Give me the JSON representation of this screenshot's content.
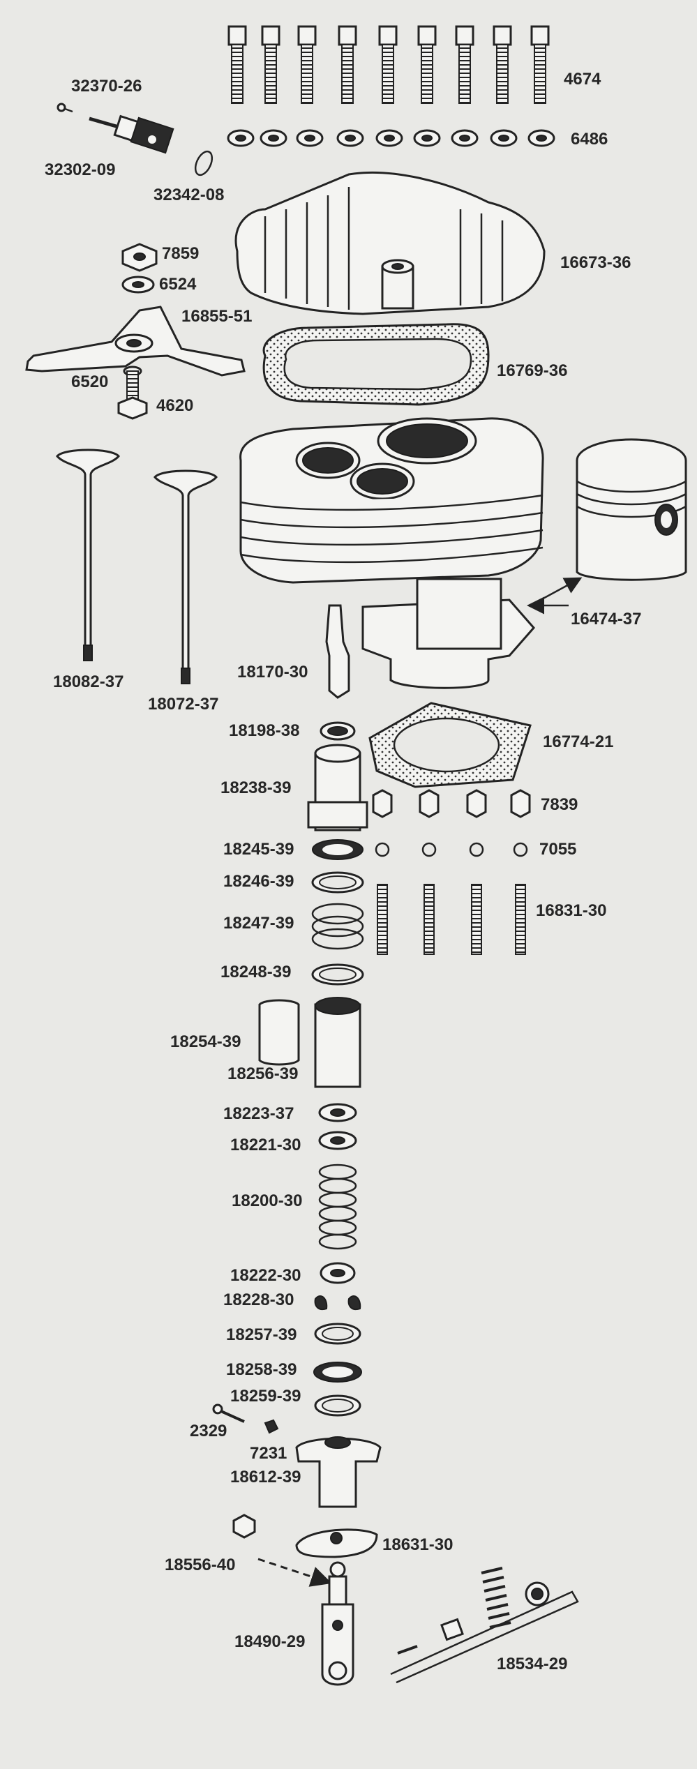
{
  "labels": {
    "p4674": "4674",
    "p6486": "6486",
    "p32370_26": "32370-26",
    "p32302_09": "32302-09",
    "p32342_08": "32342-08",
    "p7859": "7859",
    "p6524": "6524",
    "p16673_36": "16673-36",
    "p16855_51": "16855-51",
    "p6520": "6520",
    "p4620": "4620",
    "p16769_36": "16769-36",
    "p18082_37": "18082-37",
    "p18072_37": "18072-37",
    "p16474_37": "16474-37",
    "p18170_30": "18170-30",
    "p18198_38": "18198-38",
    "p16774_21": "16774-21",
    "p18238_39": "18238-39",
    "p7839": "7839",
    "p18245_39": "18245-39",
    "p7055": "7055",
    "p18246_39": "18246-39",
    "p18247_39": "18247-39",
    "p16831_30": "16831-30",
    "p18248_39": "18248-39",
    "p18254_39": "18254-39",
    "p18256_39": "18256-39",
    "p18223_37": "18223-37",
    "p18221_30": "18221-30",
    "p18200_30": "18200-30",
    "p18222_30": "18222-30",
    "p18228_30": "18228-30",
    "p18257_39": "18257-39",
    "p18258_39": "18258-39",
    "p18259_39": "18259-39",
    "p2329": "2329",
    "p7231": "7231",
    "p18612_39": "18612-39",
    "p18631_30": "18631-30",
    "p18556_40": "18556-40",
    "p18490_29": "18490-29",
    "p18534_29": "18534-29"
  }
}
